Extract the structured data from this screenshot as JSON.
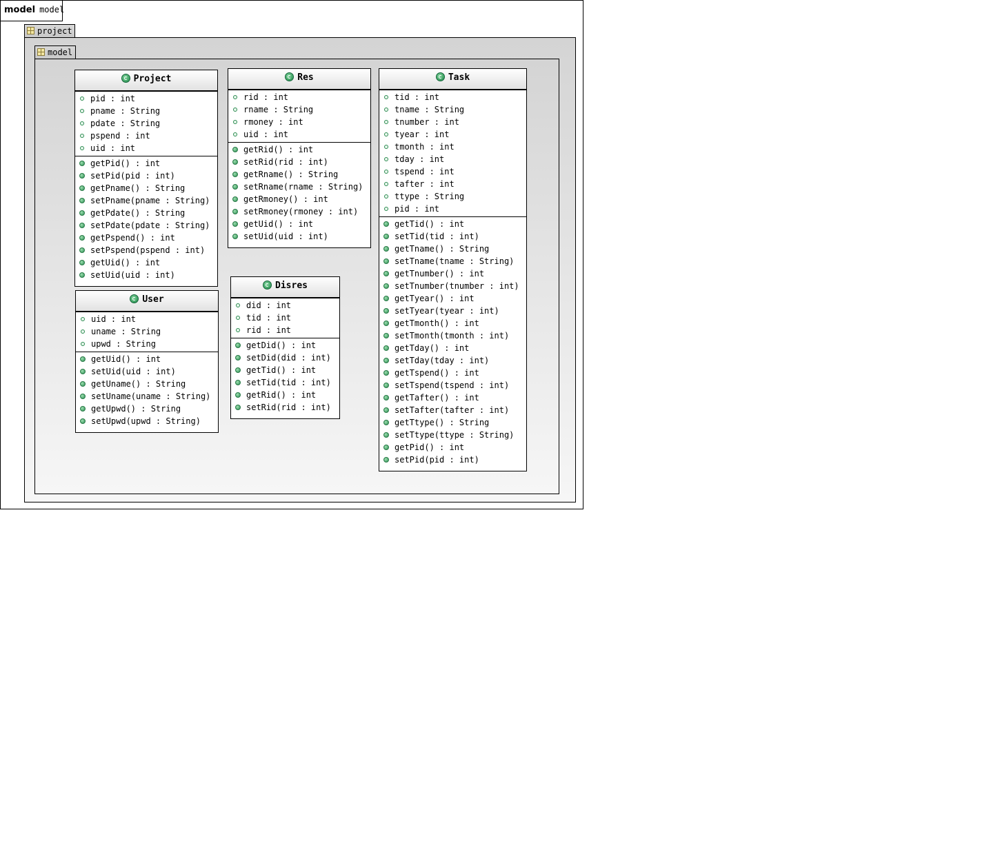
{
  "frame": {
    "keyword": "model",
    "name": "model"
  },
  "packages": {
    "outer": "project",
    "inner": "model"
  },
  "classes": {
    "project": {
      "name": "Project",
      "attributes": [
        "pid : int",
        "pname : String",
        "pdate : String",
        "pspend : int",
        "uid : int"
      ],
      "operations": [
        "getPid() : int",
        "setPid(pid : int)",
        "getPname() : String",
        "setPname(pname : String)",
        "getPdate() : String",
        "setPdate(pdate : String)",
        "getPspend() : int",
        "setPspend(pspend : int)",
        "getUid() : int",
        "setUid(uid : int)"
      ]
    },
    "res": {
      "name": "Res",
      "attributes": [
        "rid : int",
        "rname : String",
        "rmoney : int",
        "uid : int"
      ],
      "operations": [
        "getRid() : int",
        "setRid(rid : int)",
        "getRname() : String",
        "setRname(rname : String)",
        "getRmoney() : int",
        "setRmoney(rmoney : int)",
        "getUid() : int",
        "setUid(uid : int)"
      ]
    },
    "task": {
      "name": "Task",
      "attributes": [
        "tid : int",
        "tname : String",
        "tnumber : int",
        "tyear : int",
        "tmonth : int",
        "tday : int",
        "tspend : int",
        "tafter : int",
        "ttype : String",
        "pid : int"
      ],
      "operations": [
        "getTid() : int",
        "setTid(tid : int)",
        "getTname() : String",
        "setTname(tname : String)",
        "getTnumber() : int",
        "setTnumber(tnumber : int)",
        "getTyear() : int",
        "setTyear(tyear : int)",
        "getTmonth() : int",
        "setTmonth(tmonth : int)",
        "getTday() : int",
        "setTday(tday : int)",
        "getTspend() : int",
        "setTspend(tspend : int)",
        "getTafter() : int",
        "setTafter(tafter : int)",
        "getTtype() : String",
        "setTtype(ttype : String)",
        "getPid() : int",
        "setPid(pid : int)"
      ]
    },
    "user": {
      "name": "User",
      "attributes": [
        "uid : int",
        "uname : String",
        "upwd : String"
      ],
      "operations": [
        "getUid() : int",
        "setUid(uid : int)",
        "getUname() : String",
        "setUname(uname : String)",
        "getUpwd() : String",
        "setUpwd(upwd : String)"
      ]
    },
    "disres": {
      "name": "Disres",
      "attributes": [
        "did : int",
        "tid : int",
        "rid : int"
      ],
      "operations": [
        "getDid() : int",
        "setDid(did : int)",
        "getTid() : int",
        "setTid(tid : int)",
        "getRid() : int",
        "setRid(rid : int)"
      ]
    }
  }
}
